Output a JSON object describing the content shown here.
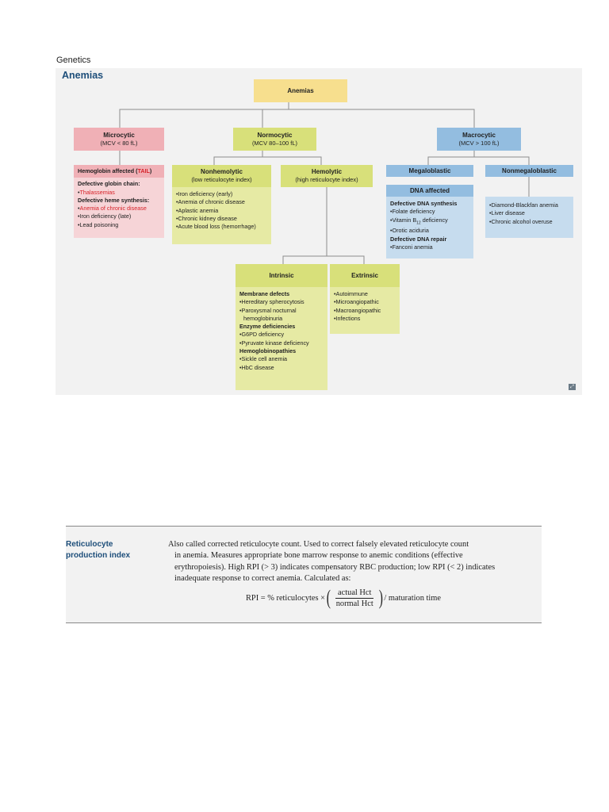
{
  "section_label": "Genetics",
  "page_title": "Anemias",
  "diagram": {
    "root": "Anemias",
    "microcytic": {
      "title": "Microcytic",
      "sub": "(MCV < 80 fL)",
      "affected_prefix": "Hemoglobin affected (",
      "affected_mnemonic": "TAIL",
      "affected_suffix": ")",
      "globin_head": "Defective globin chain:",
      "globin_items": [
        "Thalassemias"
      ],
      "heme_head": "Defective heme synthesis:",
      "heme_items": [
        "Anemia of chronic disease",
        "Iron deficiency (late)",
        "Lead poisoning"
      ]
    },
    "normocytic": {
      "title": "Normocytic",
      "sub": "(MCV 80–100 fL)",
      "nonhemolytic": {
        "title": "Nonhemolytic",
        "sub": "(low reticulocyte index)",
        "items": [
          "Iron deficiency (early)",
          "Anemia of chronic disease",
          "Aplastic anemia",
          "Chronic kidney disease",
          "Acute blood loss (hemorrhage)"
        ]
      },
      "hemolytic": {
        "title": "Hemolytic",
        "sub": "(high reticulocyte index)"
      },
      "intrinsic": {
        "title": "Intrinsic",
        "membrane_head": "Membrane defects",
        "membrane_items": [
          "Hereditary spherocytosis",
          "Paroxysmal nocturnal",
          "hemoglobinuria"
        ],
        "enzyme_head": "Enzyme deficiencies",
        "enzyme_items": [
          "G6PD deficiency",
          "Pyruvate kinase deficiency"
        ],
        "hb_head": "Hemoglobinopathies",
        "hb_items": [
          "Sickle cell anemia",
          "HbC disease"
        ]
      },
      "extrinsic": {
        "title": "Extrinsic",
        "items": [
          "Autoimmune",
          "Microangiopathic",
          "Macroangiopathic",
          "Infections"
        ]
      }
    },
    "macrocytic": {
      "title": "Macrocytic",
      "sub": "(MCV > 100 fL)",
      "megaloblastic": {
        "title": "Megaloblastic",
        "dna_affected": "DNA affected",
        "synth_head": "Defective DNA synthesis",
        "synth_items": [
          "Folate deficiency",
          "Vitamin B12 deficiency",
          "Orotic aciduria"
        ],
        "repair_head": "Defective DNA repair",
        "repair_items": [
          "Fanconi anemia"
        ]
      },
      "nonmegaloblastic": {
        "title": "Nonmegaloblastic",
        "items": [
          "Diamond-Blackfan anemia",
          "Liver disease",
          "Chronic alcohol overuse"
        ]
      }
    }
  },
  "rpi": {
    "term_line1": "Reticulocyte",
    "term_line2": "production index",
    "line1": "Also called corrected reticulocyte count. Used to correct falsely elevated reticulocyte count",
    "line2": "in anemia. Measures appropriate bone marrow response to anemic conditions (effective",
    "line3": "erythropoiesis). High RPI (> 3) indicates compensatory RBC production; low RPI (< 2) indicates",
    "line4": "inadequate response to correct anemia. Calculated as:",
    "formula_left": "RPI = % reticulocytes ×",
    "formula_num": "actual Hct",
    "formula_den": "normal Hct",
    "formula_right": "/ maturation time"
  },
  "colors": {
    "title_blue": "#1d4e7a",
    "micro_red": "#f0b0b6",
    "normo_yellow": "#d8e07a",
    "macro_blue": "#93bde0",
    "root_yellow": "#f7df8e",
    "mnemonic_red": "#d62229"
  }
}
